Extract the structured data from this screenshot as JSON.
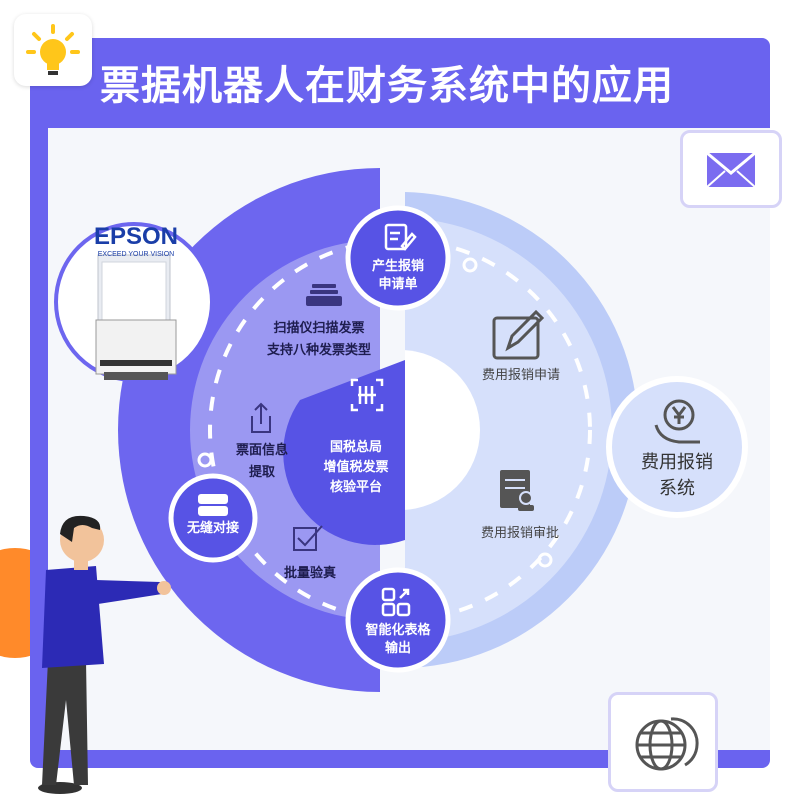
{
  "title": "票据机器人在财务系统中的应用",
  "brand": {
    "name": "EPSON",
    "tagline": "EXCEED YOUR VISION"
  },
  "left_steps": {
    "scan": {
      "line1": "扫描仪扫描发票",
      "line2": "支持八种发票类型"
    },
    "extract": {
      "line1": "票面信息",
      "line2": "提取"
    },
    "batch": "批量验真"
  },
  "center": {
    "line1": "国税总局",
    "line2": "增值税发票",
    "line3": "核验平台"
  },
  "nodes": {
    "top": {
      "line1": "产生报销",
      "line2": "申请单"
    },
    "left": "无缝对接",
    "bottom": {
      "line1": "智能化表格",
      "line2": "输出"
    }
  },
  "right_steps": {
    "apply": "费用报销申请",
    "approve": "费用报销审批"
  },
  "system": {
    "line1": "费用报销",
    "line2": "系统"
  },
  "colors": {
    "frame": "#6a63ef",
    "left_outer": "#6d66ef",
    "left_inner": "#8f8cf1",
    "center": "#5753e5",
    "right_outer": "#bcccf8",
    "right_inner": "#d6e0fb",
    "accent_orange": "#ff8a2a"
  },
  "icons": [
    "lightbulb-icon",
    "mail-icon",
    "globe-icon",
    "tray-icon",
    "upload-icon",
    "check-box-icon",
    "scan-icon",
    "document-edit-icon",
    "database-icon",
    "grid-icon",
    "edit-icon",
    "approval-icon",
    "yen-hand-icon"
  ]
}
